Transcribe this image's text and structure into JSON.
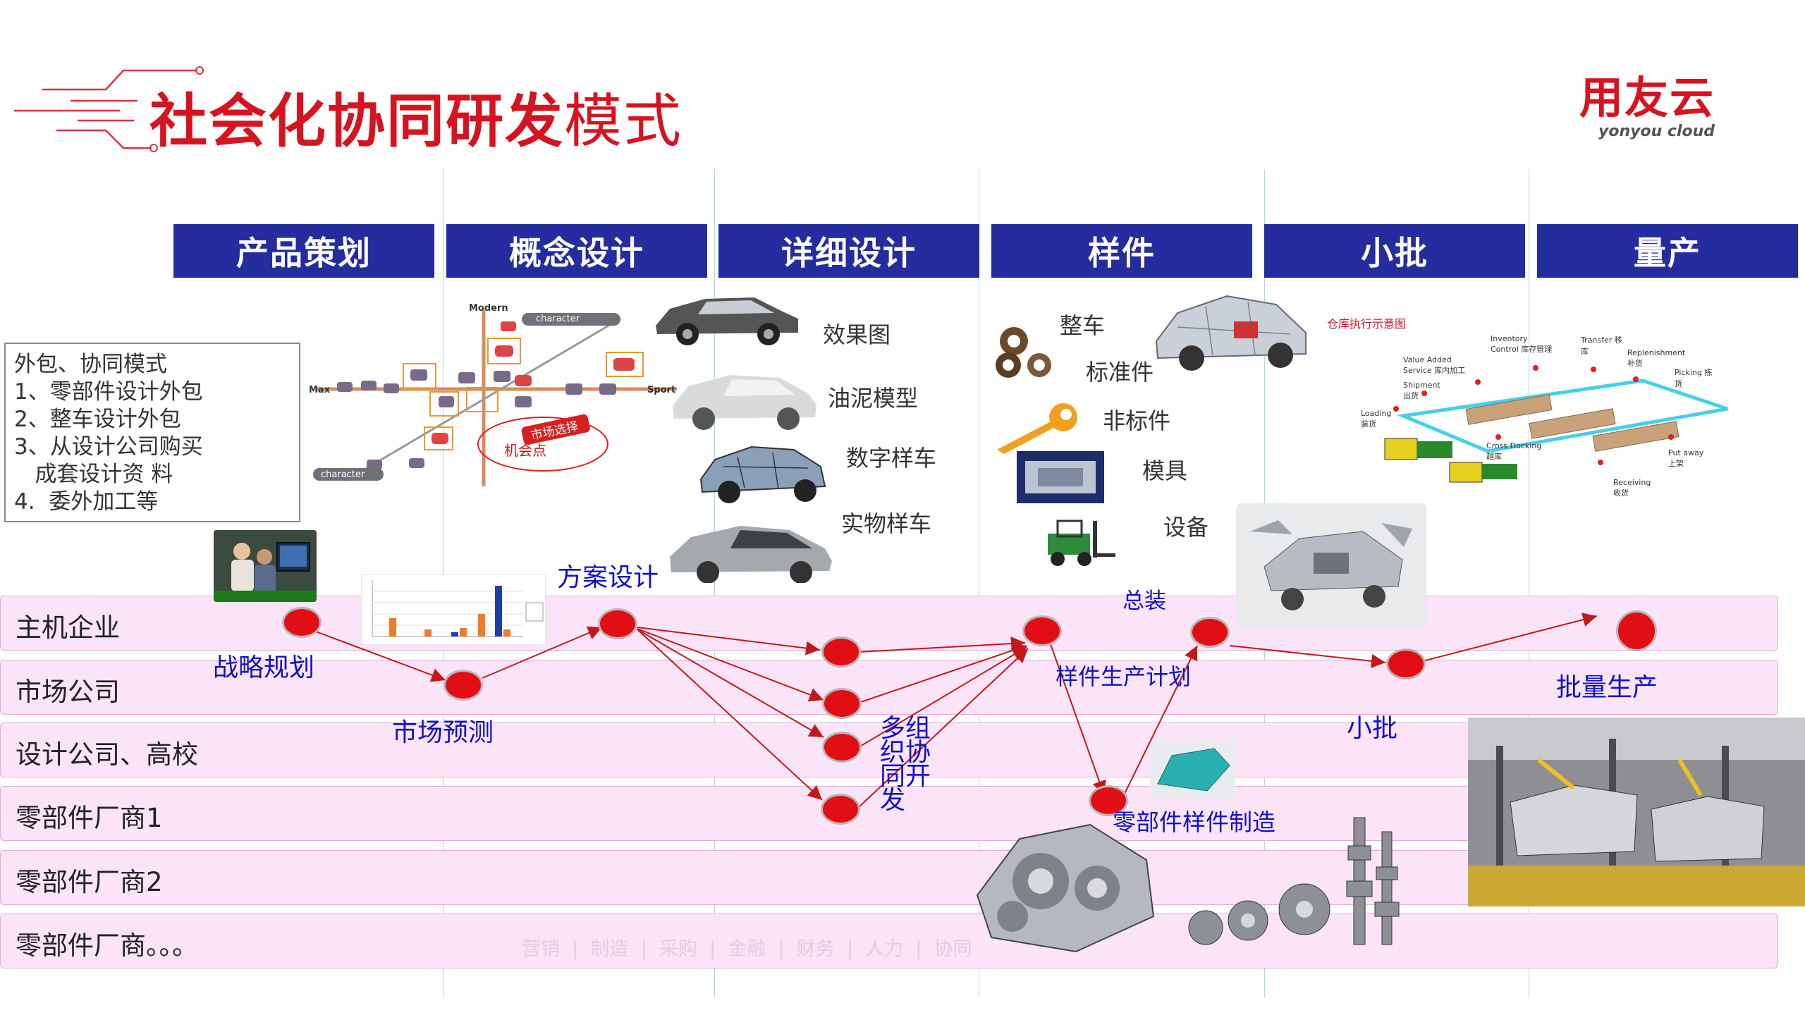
{
  "title": {
    "bold": "社会化协同研发",
    "light": "模式"
  },
  "logo": {
    "name": "用友云",
    "sub": "yonyou cloud"
  },
  "phases": [
    "产品策划",
    "概念设计",
    "详细设计",
    "样件",
    "小批",
    "量产"
  ],
  "note": {
    "lines": [
      "外包、协同模式",
      "1、零部件设计外包",
      "2、整车设计外包",
      "3、从设计公司购买",
      "   成套设计资 料",
      "4.  委外加工等"
    ]
  },
  "lanes": [
    "主机企业",
    "市场公司",
    "设计公司、高校",
    "零部件厂商1",
    "零部件厂商2",
    "零部件厂商。。。"
  ],
  "process_labels": {
    "strategy": "战略规划",
    "forecast": "市场预测",
    "scheme": "方案设计",
    "multi": [
      "多组",
      "织协",
      "同开",
      "发"
    ],
    "assembly": "总装",
    "sample_plan": "样件生产计划",
    "sample_make": "零部件样件制造",
    "small_batch": "小批",
    "mass": "批量生产"
  },
  "concept_chart": {
    "top": "Modern",
    "right": "Sport",
    "left": "Max",
    "bottom_left": "character",
    "top_bubble": "character",
    "stamp": "市场选择",
    "opportunity": "机会点"
  },
  "detail_items": [
    "效果图",
    "油泥模型",
    "数字样车",
    "实物样车"
  ],
  "sample_items": [
    "整车",
    "标准件",
    "非标件",
    "模具",
    "设备"
  ],
  "warehouse": {
    "title": "仓库执行示意图",
    "labels": [
      "Inventory Control 库存管理",
      "Transfer 移库",
      "Value Added Service 库内加工",
      "Replenishment 补货",
      "Picking 拣货",
      "Shipment 出货",
      "Loading 装货",
      "Cross Docking 越库",
      "Put away 上架",
      "Receiving 收货"
    ]
  },
  "watermark": [
    "营销",
    "制造",
    "采购",
    "金融",
    "财务",
    "人力",
    "协同"
  ],
  "colors": {
    "accent_red": "#d6131f",
    "phase_bar": "#252c9e",
    "lane_bg": "#fbe4f8",
    "label_blue": "#1010c8",
    "node_red": "#e10f13"
  }
}
